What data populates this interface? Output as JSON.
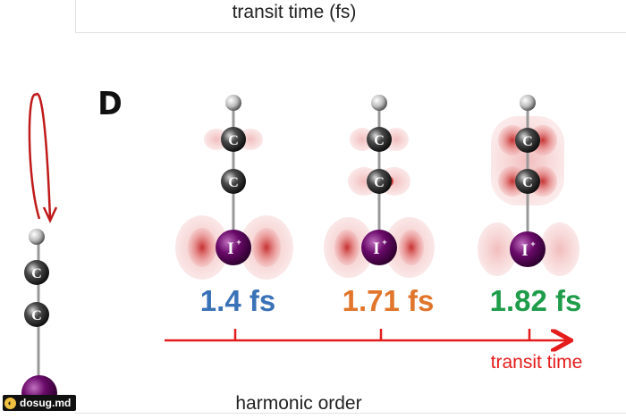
{
  "top_axis_label": "transit time (fs)",
  "panel_letter": "D",
  "bottom_axis_label": "harmonic order",
  "atoms": {
    "carbon": "C",
    "iodine": "I",
    "iodine_charge": "+"
  },
  "snapshots": [
    {
      "time": "1.4 fs",
      "color": "#3a72b8"
    },
    {
      "time": "1.71 fs",
      "color": "#e0752b"
    },
    {
      "time": "1.82 fs",
      "color": "#1e9c4a"
    }
  ],
  "arrow_label": "transit time",
  "arrow_color": "#e41c1c",
  "watermark": "dosug.md"
}
